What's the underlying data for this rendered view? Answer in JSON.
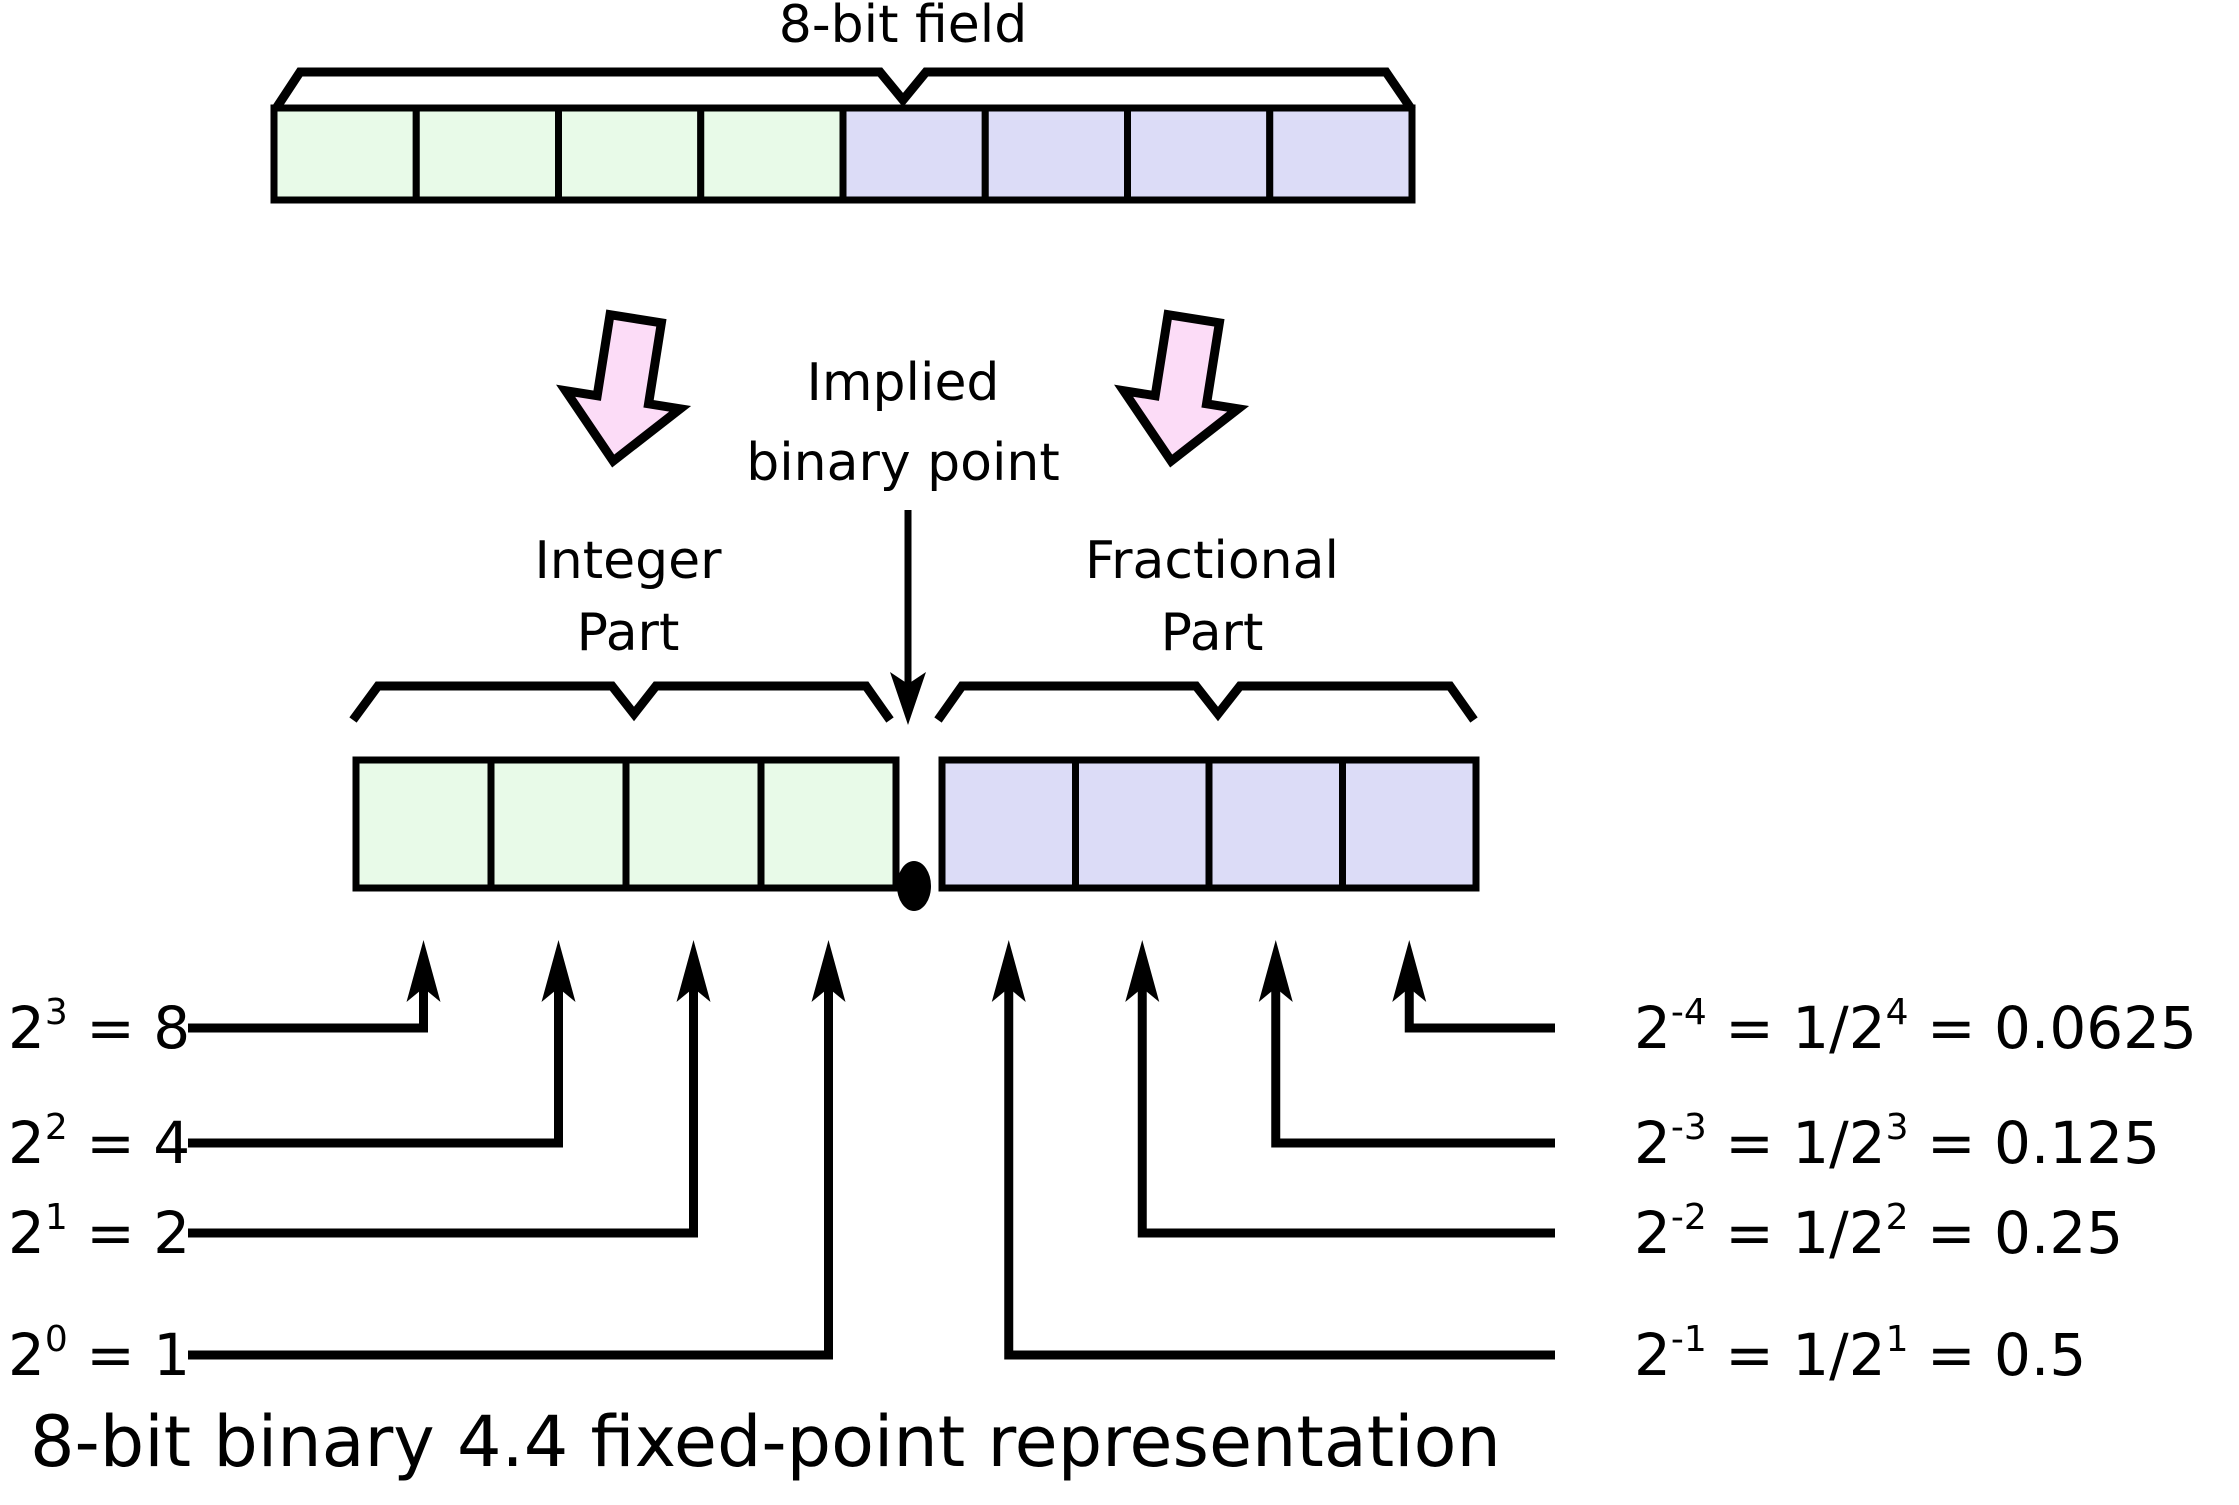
{
  "diagram": {
    "top_label": "8-bit field",
    "implied_point_line1": "Implied",
    "implied_point_line2": "binary point",
    "integer_part_line1": "Integer",
    "integer_part_line2": "Part",
    "fractional_part_line1": "Fractional",
    "fractional_part_line2": "Part",
    "caption": "8-bit binary 4.4 fixed-point representation",
    "binary_point_symbol": "●"
  },
  "colors": {
    "integer_cell_fill": "#e8fae8",
    "fractional_cell_fill": "#dcdcf7",
    "arrow_fill": "#fcdcf7",
    "stroke": "#000000",
    "background": "#ffffff"
  },
  "top_field": {
    "bits": [
      {
        "index": 0,
        "type": "integer"
      },
      {
        "index": 1,
        "type": "integer"
      },
      {
        "index": 2,
        "type": "integer"
      },
      {
        "index": 3,
        "type": "integer"
      },
      {
        "index": 4,
        "type": "fractional"
      },
      {
        "index": 5,
        "type": "fractional"
      },
      {
        "index": 6,
        "type": "fractional"
      },
      {
        "index": 7,
        "type": "fractional"
      }
    ]
  },
  "integer_cells": [
    {
      "index": 0
    },
    {
      "index": 1
    },
    {
      "index": 2
    },
    {
      "index": 3
    }
  ],
  "fractional_cells": [
    {
      "index": 0
    },
    {
      "index": 1
    },
    {
      "index": 2
    },
    {
      "index": 3
    }
  ],
  "left_weights": [
    {
      "base": "2",
      "exponent": "3",
      "equals": "=",
      "value": "8"
    },
    {
      "base": "2",
      "exponent": "2",
      "equals": "=",
      "value": "4"
    },
    {
      "base": "2",
      "exponent": "1",
      "equals": "=",
      "value": "2"
    },
    {
      "base": "2",
      "exponent": "0",
      "equals": "=",
      "value": "1"
    }
  ],
  "right_weights": [
    {
      "base": "2",
      "exponent": "-4",
      "eq1": "=",
      "frac_num": "1/2",
      "frac_exp": "4",
      "eq2": "=",
      "value": "0.0625"
    },
    {
      "base": "2",
      "exponent": "-3",
      "eq1": "=",
      "frac_num": "1/2",
      "frac_exp": "3",
      "eq2": "=",
      "value": "0.125"
    },
    {
      "base": "2",
      "exponent": "-2",
      "eq1": "=",
      "frac_num": "1/2",
      "frac_exp": "2",
      "eq2": "=",
      "value": "0.25"
    },
    {
      "base": "2",
      "exponent": "-1",
      "eq1": "=",
      "frac_num": "1/2",
      "frac_exp": "1",
      "eq2": "=",
      "value": "0.5"
    }
  ]
}
